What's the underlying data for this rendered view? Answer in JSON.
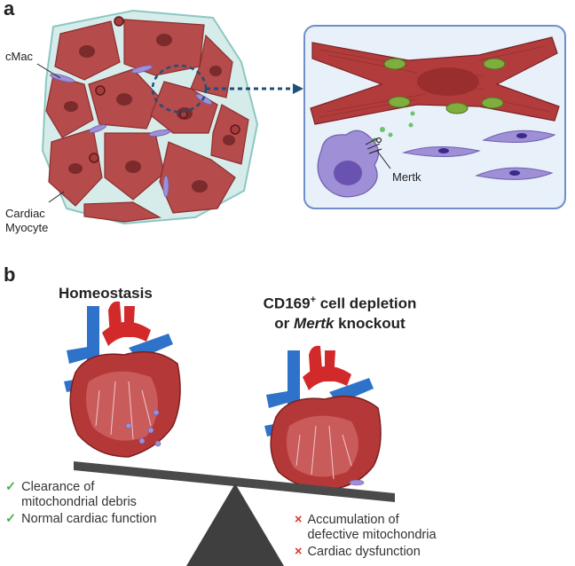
{
  "panel_a": {
    "letter": "a",
    "label_cmac": "cMac",
    "label_cardiac": "Cardiac",
    "label_myocyte": "Myocyte",
    "label_mertk": "Mertk"
  },
  "panel_b": {
    "letter": "b",
    "left_title": "Homeostasis",
    "right_title_line1_pre": "CD169",
    "right_title_line1_sup": "+",
    "right_title_line1_post": " cell depletion",
    "right_title_line2_pre": "or ",
    "right_title_line2_italic": "Mertk",
    "right_title_line2_post": " knockout",
    "left_items": [
      {
        "mark": "✓",
        "line1": "Clearance of",
        "line2": "mitochondrial debris"
      },
      {
        "mark": "✓",
        "line1": "Normal cardiac function",
        "line2": ""
      }
    ],
    "right_items": [
      {
        "mark": "×",
        "line1": "Accumulation of",
        "line2": "defective mitochondria"
      },
      {
        "mark": "×",
        "line1": "Cardiac dysfunction",
        "line2": ""
      }
    ]
  },
  "colors": {
    "myocyte": "#b24a4a",
    "nucleus": "#7a2a2a",
    "macrophage": "#9d8ed3",
    "ecm": "#cfe9e6",
    "artery": "#d22a2a",
    "vein": "#2f72c9",
    "mito": "#7fae3e",
    "beam": "#4a4a4a"
  }
}
